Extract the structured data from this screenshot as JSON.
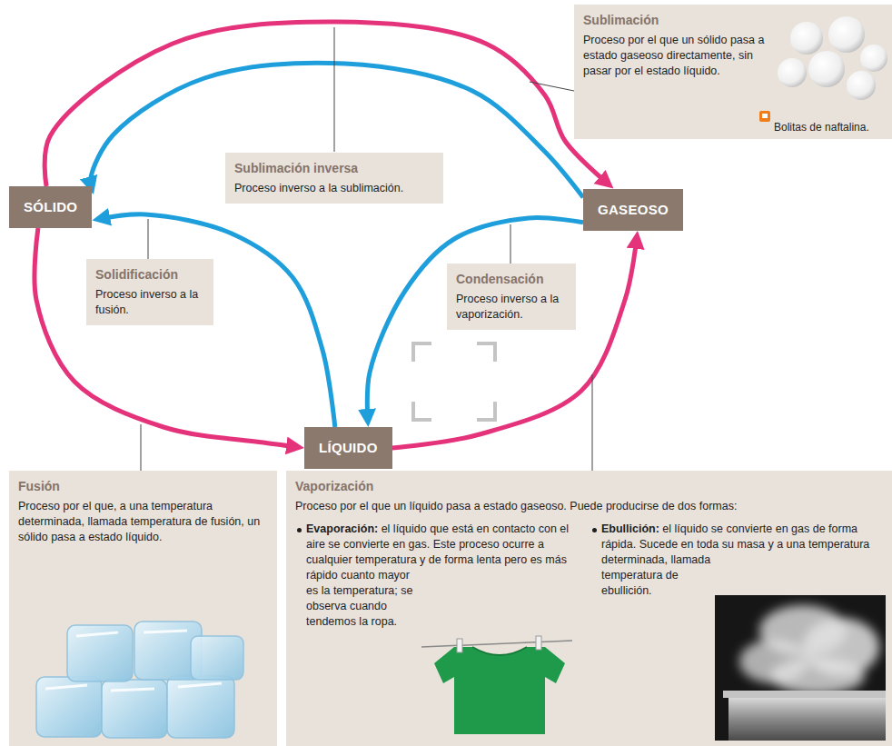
{
  "diagram": {
    "nodes": [
      {
        "text": [
          "Sublimación",
          "Proceso por el que un sólido pasa a estado gaseoso directamente, sin pasar por el estado líquido.",
          "Bolitas de naftalina."
        ]
      },
      {
        "text": [
          "SÓLIDO"
        ]
      },
      {
        "text": [
          "Sublimación inversa",
          "Proceso inverso a la sublimación."
        ]
      },
      {
        "text": [
          "GASEOSO"
        ]
      },
      {
        "text": [
          "Solidificación",
          "Proceso inverso a la fusión."
        ]
      },
      {
        "text": [
          "Condensación",
          "Proceso inverso a la vaporización."
        ]
      },
      {
        "text": [
          "LÍQUIDO"
        ]
      },
      {
        "text": [
          "Fusión",
          "Proceso por el que, a una temperatura determinada, llamada temperatura de fusión, un sólido pasa a estado líquido."
        ]
      },
      {
        "text": [
          "Vaporización",
          "Proceso por el que un líquido pasa a estado gaseoso. Puede producirse de dos formas:",
          "Evaporación: el líquido que está en contacto con el aire se convierte en gas. Este proceso ocurre a cualquier temperatura y de forma lenta pero es más rápido cuanto mayor es la temperatura; se observa cuando tendemos la ropa.",
          "Ebullición: el líquido se convierte en gas de forma rápida. Sucede en toda su masa y a una temperatura determinada, llamada temperatura de ebullición."
        ]
      }
    ],
    "edges": [
      {
        "from": 1,
        "to": 3,
        "arrow": "to"
      },
      {
        "from": 3,
        "to": 1,
        "arrow": "to"
      },
      {
        "from": 6,
        "to": 1,
        "arrow": "to"
      },
      {
        "from": 3,
        "to": 6,
        "arrow": "to"
      },
      {
        "from": 1,
        "to": 6,
        "arrow": "to"
      },
      {
        "from": 6,
        "to": 3,
        "arrow": "to"
      }
    ]
  }
}
